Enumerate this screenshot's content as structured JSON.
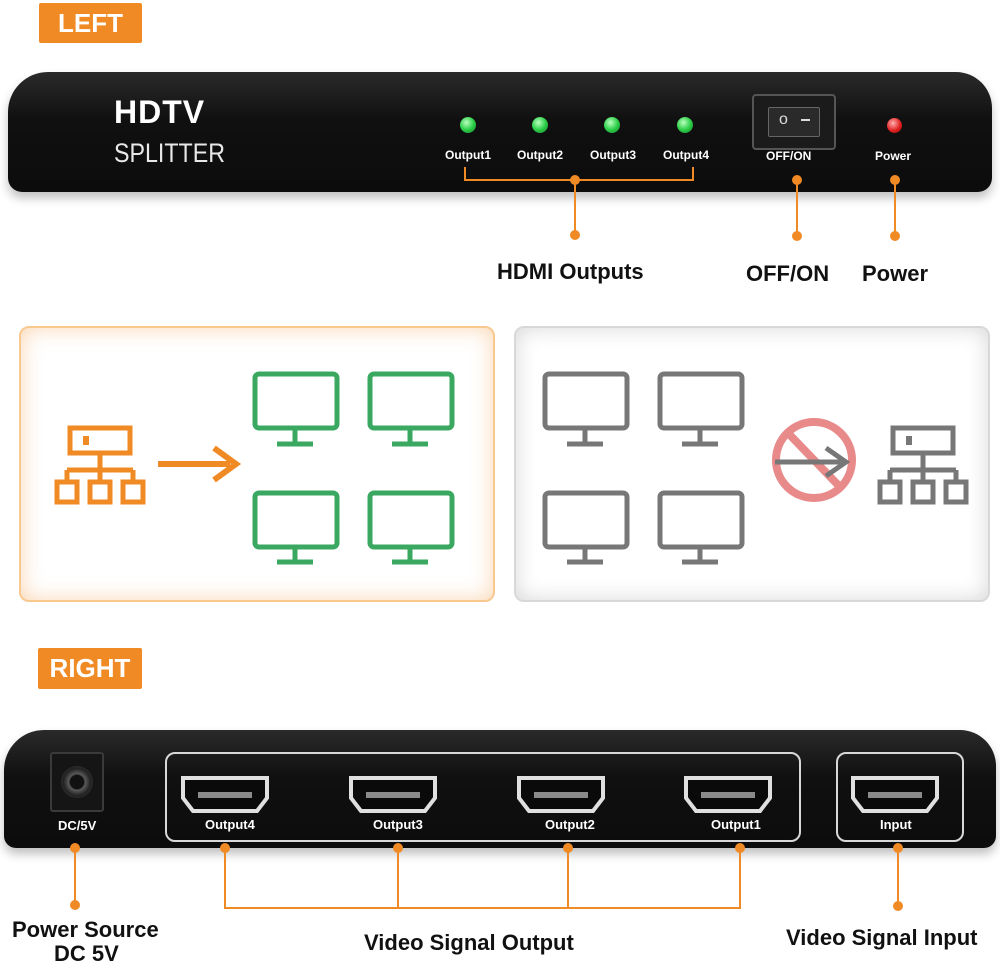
{
  "labels": {
    "left_tag": "LEFT",
    "right_tag": "RIGHT"
  },
  "front": {
    "brand_line1": "HDTV",
    "brand_line2": "SPLITTER",
    "leds": [
      "Output1",
      "Output2",
      "Output3",
      "Output4"
    ],
    "switch_label": "OFF/ON",
    "power_label": "Power"
  },
  "front_callouts": {
    "hdmi_outputs": "HDMI Outputs",
    "off_on": "OFF/ON",
    "power": "Power"
  },
  "back": {
    "dc_label": "DC/5V",
    "outputs": [
      "Output4",
      "Output3",
      "Output2",
      "Output1"
    ],
    "input_label": "Input"
  },
  "back_callouts": {
    "power_line1": "Power Source",
    "power_line2": "DC 5V",
    "video_output": "Video Signal Output",
    "video_input": "Video Signal Input"
  },
  "colors": {
    "accent": "#f08a24",
    "led_green": "#2fd04a",
    "led_red": "#e02020",
    "monitor_green": "#3aa860",
    "monitor_gray": "#777777",
    "forbidden": "#e98a8a"
  },
  "icons": {
    "network": "network-hub-icon",
    "monitor": "monitor-icon",
    "forbidden": "no-entry-icon"
  }
}
